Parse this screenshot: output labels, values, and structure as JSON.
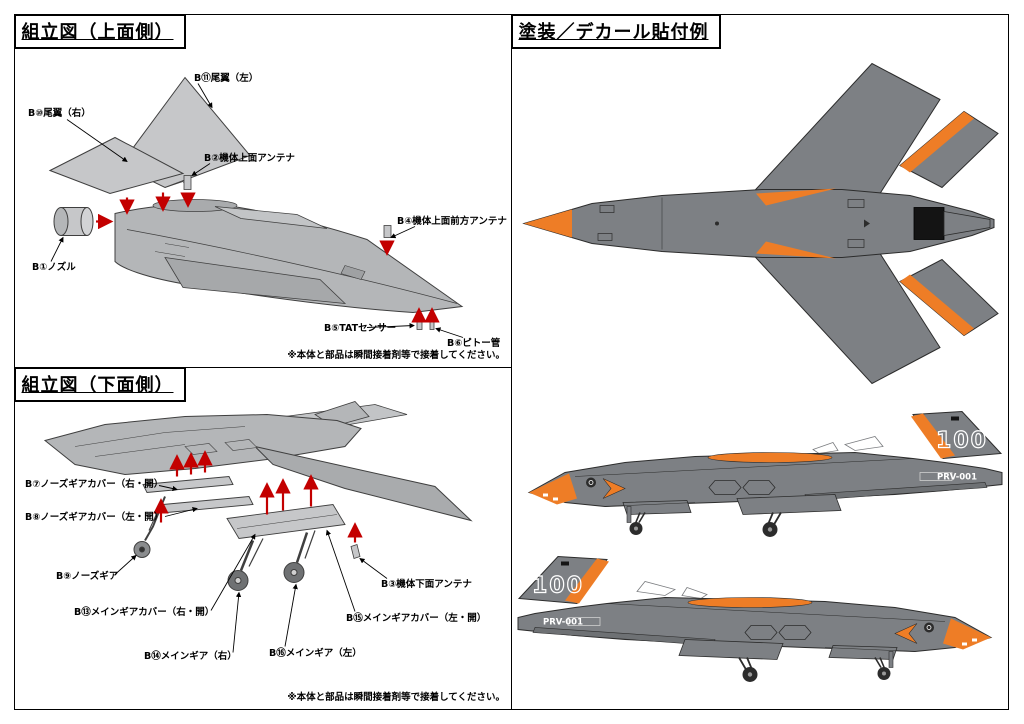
{
  "sheet": {
    "assembly_top": {
      "title": "組立図（上面側）",
      "note": "※本体と部品は瞬間接着剤等で接着してください。",
      "labels": {
        "fin_left": "B⑪尾翼（左）",
        "fin_right": "B⑩尾翼（右）",
        "top_antenna": "B②機体上面アンテナ",
        "top_front_antenna": "B④機体上面前方アンテナ",
        "nozzle": "B①ノズル",
        "tat_sensor": "B⑤TATセンサー",
        "pitot": "B⑥ピトー管"
      }
    },
    "assembly_bottom": {
      "title": "組立図（下面側）",
      "note": "※本体と部品は瞬間接着剤等で接着してください。",
      "labels": {
        "nose_gear_cover_right": "B⑦ノーズギアカバー（右・開）",
        "nose_gear_cover_left": "B⑧ノーズギアカバー（左・開）",
        "nose_gear": "B⑨ノーズギア",
        "main_gear_cover_right": "B⑬メインギアカバー（右・開）",
        "main_gear_right": "B⑭メインギア（右）",
        "main_gear_left": "B⑯メインギア（左）",
        "main_gear_cover_left": "B⑮メインギアカバー（左・開）",
        "bottom_antenna": "B③機体下面アンテナ"
      }
    },
    "paint": {
      "title": "塗装／デカール貼付例",
      "decals": {
        "tail_number": "100",
        "serial": "PRV-001"
      },
      "colors": {
        "body_gray": "#7d8084",
        "part_light_gray": "#c6c7c9",
        "accent_orange": "#ee7d26",
        "nozzle_black": "#141414",
        "arrow_red": "#c30000"
      }
    }
  }
}
